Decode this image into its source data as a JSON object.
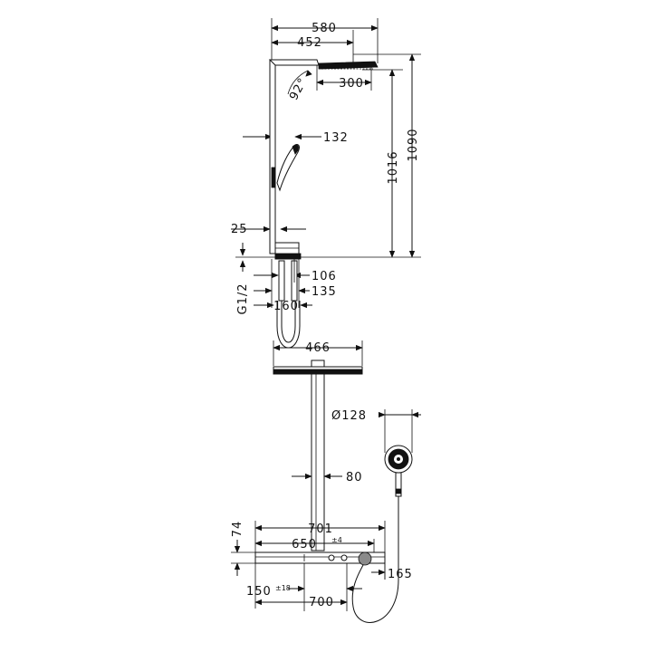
{
  "top_view": {
    "dim_580": "580",
    "dim_452": "452",
    "angle_92": "92°",
    "dim_300": "300",
    "dim_132": "132",
    "dim_1016": "1016",
    "dim_1090": "1090",
    "dim_25": "25",
    "dim_106": "106",
    "dim_135": "135",
    "dim_g12": "G1/2",
    "dim_160": "160"
  },
  "front_view": {
    "dim_466": "466",
    "dim_d128": "Ø128",
    "dim_80": "80",
    "dim_701": "701",
    "dim_650": "650",
    "tol_pm4": "±4",
    "dim_74": "74",
    "dim_165": "165",
    "dim_150": "150",
    "tol_pm18": "±18",
    "dim_700": "700"
  }
}
